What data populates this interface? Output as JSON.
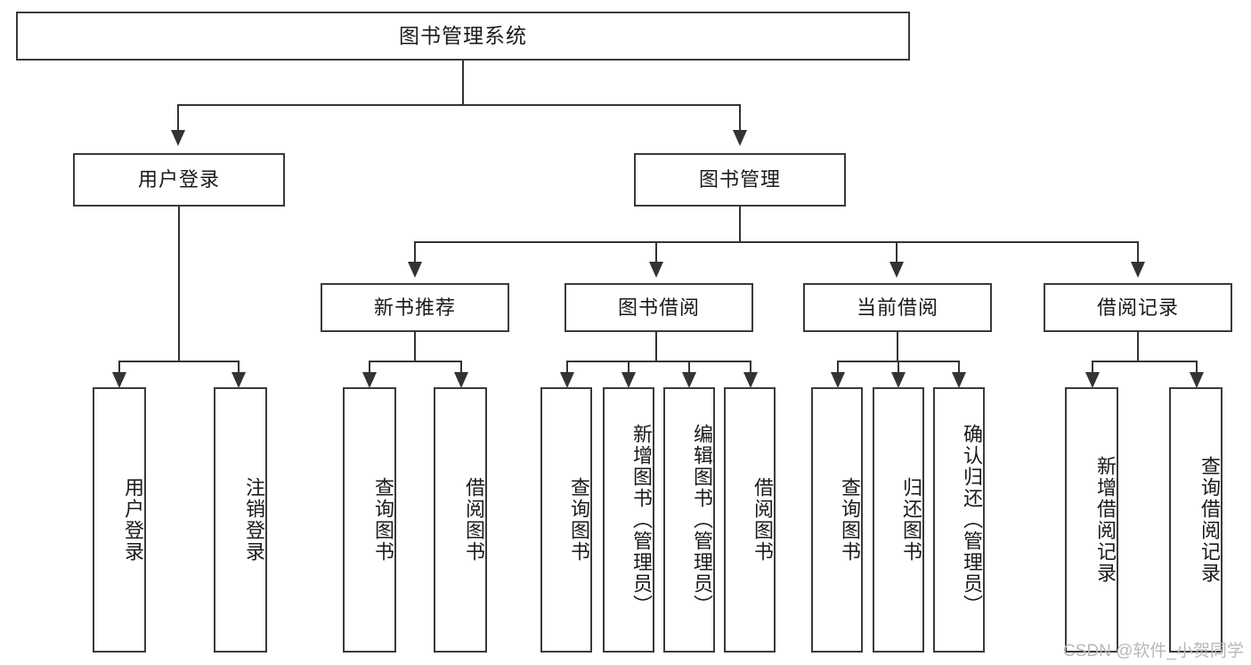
{
  "diagram": {
    "title": "图书管理系统",
    "root": {
      "label": "图书管理系统"
    },
    "level1": [
      {
        "label": "用户登录"
      },
      {
        "label": "图书管理"
      }
    ],
    "level2": [
      {
        "label": "新书推荐"
      },
      {
        "label": "图书借阅"
      },
      {
        "label": "当前借阅"
      },
      {
        "label": "借阅记录"
      }
    ],
    "leaves": {
      "user_login": [
        {
          "label": "用户登录"
        },
        {
          "label": "注销登录"
        }
      ],
      "new_book_recommend": [
        {
          "label": "查询图书"
        },
        {
          "label": "借阅图书"
        }
      ],
      "book_borrow": [
        {
          "label": "查询图书"
        },
        {
          "label": "新增图书（管理员）"
        },
        {
          "label": "编辑图书（管理员）"
        },
        {
          "label": "借阅图书"
        }
      ],
      "current_borrow": [
        {
          "label": "查询图书"
        },
        {
          "label": "归还图书"
        },
        {
          "label": "确认归还（管理员）"
        }
      ],
      "borrow_record": [
        {
          "label": "新增借阅记录"
        },
        {
          "label": "查询借阅记录"
        }
      ]
    }
  },
  "watermark": {
    "text": "CSDN @软件_小贺同学"
  },
  "colors": {
    "border": "#3a3a3a",
    "connector": "#333333",
    "background": "#ffffff",
    "text": "#1a1a1a",
    "watermark": "#b8b8b8"
  }
}
